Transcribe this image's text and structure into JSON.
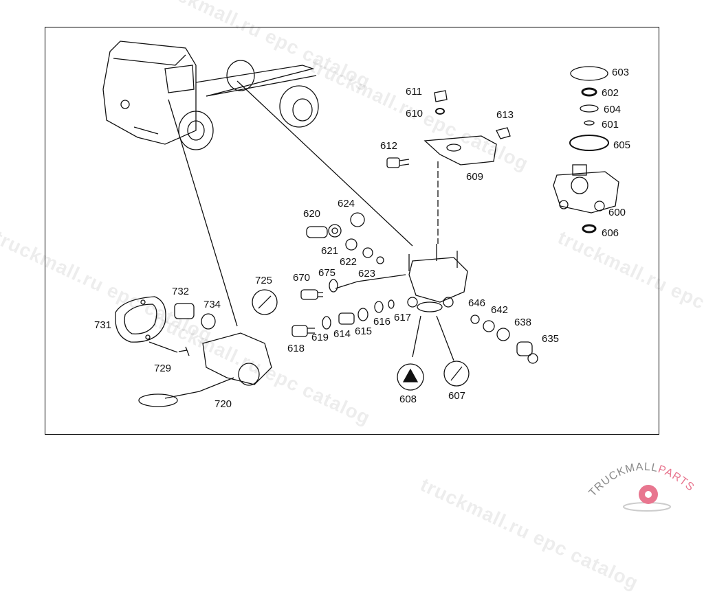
{
  "watermark": "truckmall.ru epc catalog",
  "logo": {
    "text": "TRUCKMALLPARTS",
    "primary": "TRUCKMALL",
    "secondary": "PARTS",
    "colors": {
      "grey": "#8a8a8a",
      "pink": "#e8768f"
    }
  },
  "callouts": [
    "603",
    "602",
    "604",
    "601",
    "605",
    "611",
    "610",
    "613",
    "612",
    "609",
    "600",
    "606",
    "620",
    "624",
    "621",
    "622",
    "623",
    "670",
    "675",
    "725",
    "732",
    "734",
    "731",
    "646",
    "642",
    "638",
    "635",
    "617",
    "616",
    "615",
    "614",
    "619",
    "618",
    "729",
    "608",
    "607",
    "720"
  ]
}
